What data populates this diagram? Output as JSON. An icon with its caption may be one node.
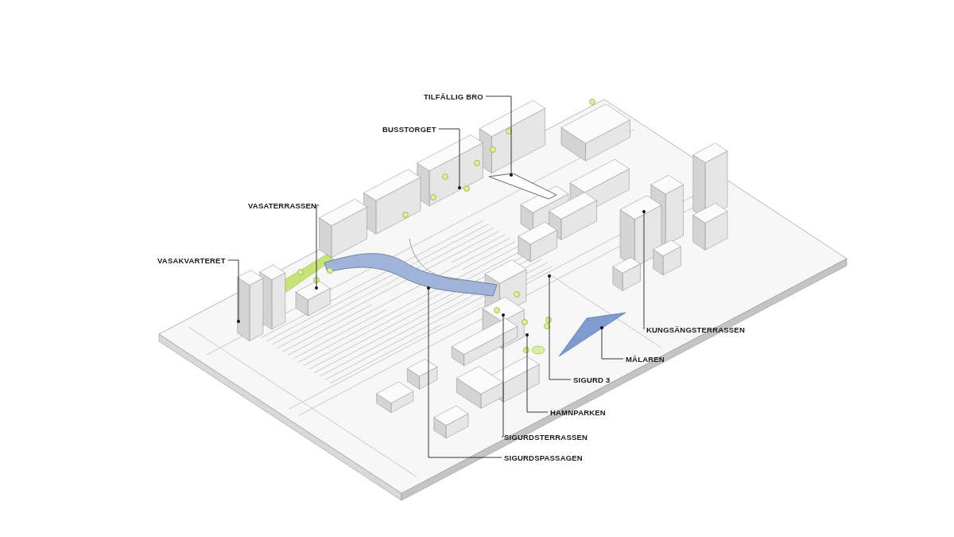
{
  "diagram": {
    "nodes": [
      {
        "text": [
          "TILFÄLLIG BRO"
        ]
      },
      {
        "text": [
          "BUSSTORGET"
        ]
      },
      {
        "text": [
          "VASATERRASSEN"
        ]
      },
      {
        "text": [
          "VASAKVARTERET"
        ]
      },
      {
        "text": [
          "KUNGSÄNGSTERRASSEN"
        ]
      },
      {
        "text": [
          "MÄLAREN"
        ]
      },
      {
        "text": [
          "SIGURD 3"
        ]
      },
      {
        "text": [
          "HAMNPARKEN"
        ]
      },
      {
        "text": [
          "SIGURDSTERRASSEN"
        ]
      },
      {
        "text": [
          "SIGURDSPASSAGEN"
        ]
      }
    ],
    "edges": [
      {
        "from": 0,
        "to": null,
        "arrow": "none"
      },
      {
        "from": 1,
        "to": null,
        "arrow": "none"
      },
      {
        "from": 2,
        "to": null,
        "arrow": "none"
      },
      {
        "from": 3,
        "to": null,
        "arrow": "none"
      },
      {
        "from": 4,
        "to": null,
        "arrow": "none"
      },
      {
        "from": 5,
        "to": null,
        "arrow": "none"
      },
      {
        "from": 6,
        "to": null,
        "arrow": "none"
      },
      {
        "from": 7,
        "to": null,
        "arrow": "none"
      },
      {
        "from": 8,
        "to": null,
        "arrow": "none"
      },
      {
        "from": 9,
        "to": null,
        "arrow": "none"
      }
    ]
  }
}
